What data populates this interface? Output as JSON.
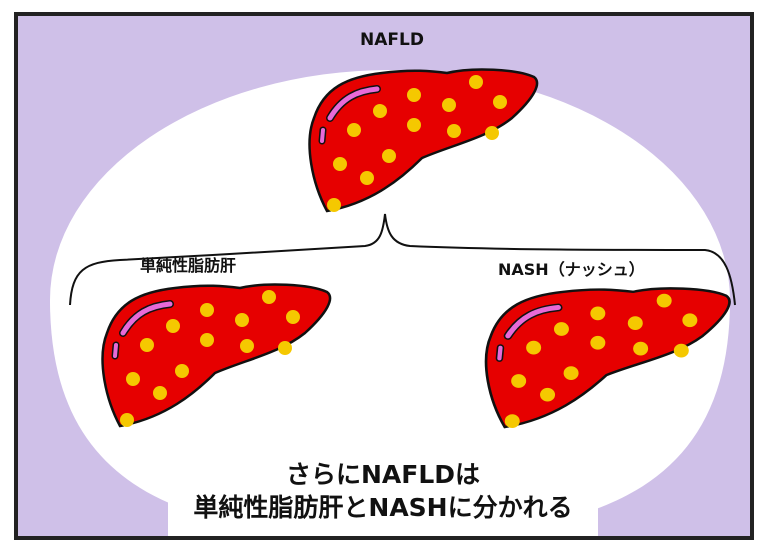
{
  "title": "NAFLD",
  "branches": {
    "left": "単純性脂肪肝",
    "right": "NASH（ナッシュ）"
  },
  "caption": {
    "line1": "さらにNAFLDは",
    "line2": "単純性脂肪肝とNASHに分かれる"
  },
  "colors": {
    "background": "#cfc0e8",
    "liver": "#e60000",
    "spots": "#f5c800",
    "highlight": "#e86ad8",
    "border": "#222222"
  }
}
